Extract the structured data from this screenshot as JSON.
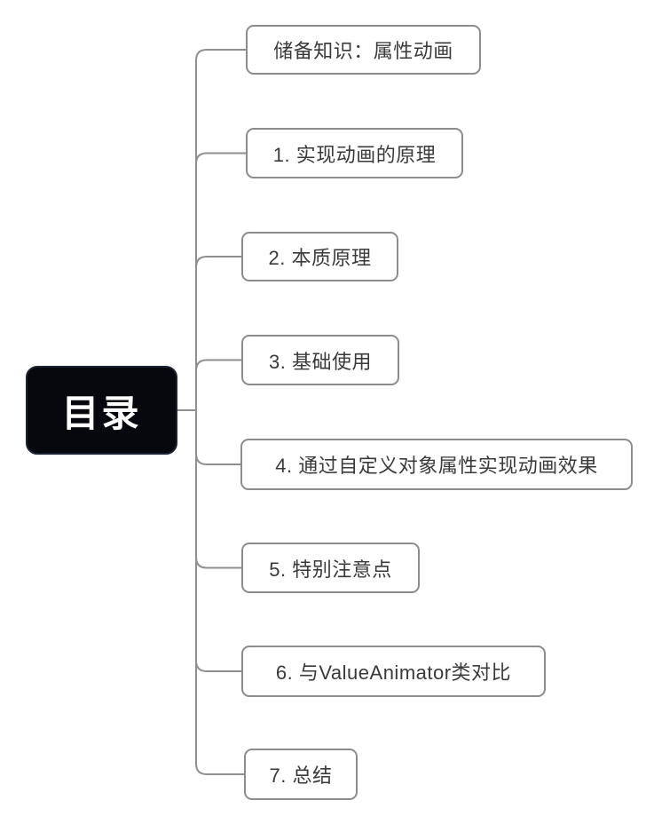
{
  "diagram": {
    "type": "mindmap-toc",
    "root": {
      "label": "目录"
    },
    "nodes": [
      {
        "label": "储备知识：属性动画"
      },
      {
        "label": "1. 实现动画的原理"
      },
      {
        "label": "2. 本质原理"
      },
      {
        "label": "3. 基础使用"
      },
      {
        "label": "4. 通过自定义对象属性实现动画效果"
      },
      {
        "label": "5. 特别注意点"
      },
      {
        "label": "6. 与ValueAnimator类对比"
      },
      {
        "label": "7. 总结"
      }
    ]
  },
  "colors": {
    "background": "#ffffff",
    "connector": "#8f8f8f",
    "node_border": "#8c8c8c",
    "node_text": "#3a3a3a",
    "root_background": "#07080d",
    "root_text": "#ffffff"
  }
}
